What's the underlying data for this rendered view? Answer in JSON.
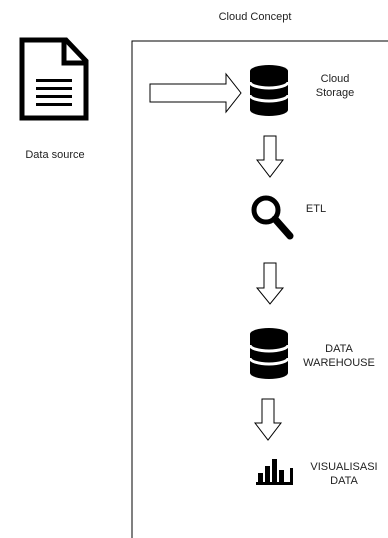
{
  "title": "Cloud Concept",
  "data_source": {
    "label": "Data source",
    "icon": "document-icon"
  },
  "nodes": {
    "cloud_storage": {
      "label_line1": "Cloud",
      "label_line2": "Storage",
      "icon": "database-icon"
    },
    "etl": {
      "label": "ETL",
      "icon": "magnifier-icon"
    },
    "data_warehouse": {
      "label_line1": "DATA",
      "label_line2": "WAREHOUSE",
      "icon": "database-icon"
    },
    "visualisasi": {
      "label_line1": "VISUALISASI",
      "label_line2": "DATA",
      "icon": "bar-chart-icon"
    }
  },
  "colors": {
    "stroke": "#000000",
    "icon_fill": "#000000",
    "background": "#ffffff"
  }
}
